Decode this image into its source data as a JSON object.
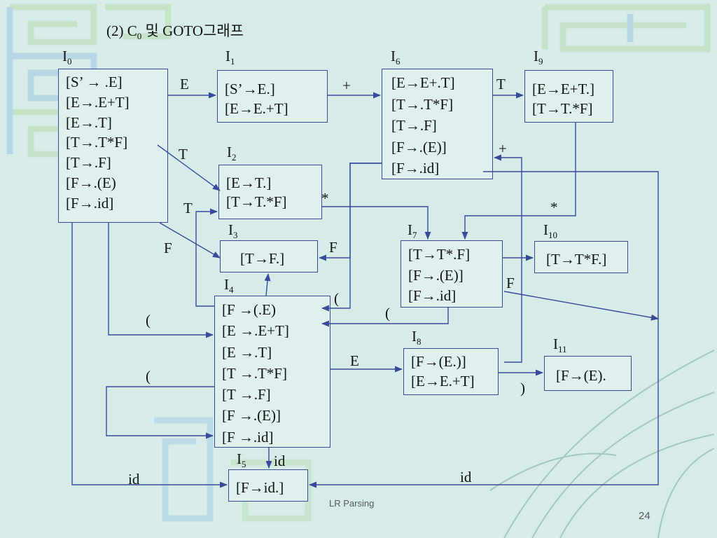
{
  "slide": {
    "title_prefix": "(2) C",
    "title_sub": "0",
    "title_suffix": " 및 GOTO그래프",
    "footer_text": "LR Parsing",
    "page_number": "24"
  },
  "colors": {
    "background": "#d7ece9",
    "box_border": "#3a4a9a",
    "arrow": "#3a4a9a",
    "pattern_blue": "#9ec7e6",
    "pattern_green": "#b9dcb0"
  },
  "states": [
    {
      "id": "I0",
      "label": "I",
      "sub": "0",
      "items": [
        "[S’ → .E]",
        "[E→.E+T]",
        "[E→.T]",
        "[T→.T*F]",
        "[T→.F]",
        "[F→.(E)",
        "[F→.id]"
      ]
    },
    {
      "id": "I1",
      "label": "I",
      "sub": "1",
      "items": [
        "[S’→E.]",
        "[E→E.+T]"
      ]
    },
    {
      "id": "I2",
      "label": "I",
      "sub": "2",
      "items": [
        "[E→T.]",
        "[T→T.*F]"
      ]
    },
    {
      "id": "I3",
      "label": "I",
      "sub": "3",
      "items": [
        "[T→F.]"
      ]
    },
    {
      "id": "I4",
      "label": "I",
      "sub": "4",
      "items": [
        "[F →(.E)",
        "[E →.E+T]",
        "[E →.T]",
        "[T →.T*F]",
        "[T →.F]",
        "[F →.(E)]",
        "[F →.id]"
      ]
    },
    {
      "id": "I5",
      "label": "I",
      "sub": "5",
      "items": [
        "[F→id.]"
      ]
    },
    {
      "id": "I6",
      "label": "I",
      "sub": "6",
      "items": [
        "[E→E+.T]",
        "[T→.T*F]",
        "[T→.F]",
        "[F→.(E)]",
        "[F→.id]"
      ]
    },
    {
      "id": "I7",
      "label": "I",
      "sub": "7",
      "items": [
        "[T→T*.F]",
        "[F→.(E)]",
        "[F→.id]"
      ]
    },
    {
      "id": "I8",
      "label": "I",
      "sub": "8",
      "items": [
        "[F→(E.)]",
        "[E→E.+T]"
      ]
    },
    {
      "id": "I9",
      "label": "I",
      "sub": "9",
      "items": [
        "[E→E+T.]",
        "[T→T.*F]"
      ]
    },
    {
      "id": "I10",
      "label": "I",
      "sub": "10",
      "items": [
        "[T→T*F.]"
      ]
    },
    {
      "id": "I11",
      "label": "I",
      "sub": "11",
      "items": [
        "[F→(E)."
      ]
    }
  ],
  "transitions": [
    {
      "from": "I0",
      "to": "I1",
      "symbol": "E"
    },
    {
      "from": "I0",
      "to": "I2",
      "symbol": "T"
    },
    {
      "from": "I0",
      "to": "I3",
      "symbol": "F"
    },
    {
      "from": "I0",
      "to": "I4",
      "symbol": "("
    },
    {
      "from": "I0",
      "to": "I5",
      "symbol": "id"
    },
    {
      "from": "I1",
      "to": "I6",
      "symbol": "+"
    },
    {
      "from": "I2",
      "to": "I7",
      "symbol": "*"
    },
    {
      "from": "I4",
      "to": "I2",
      "symbol": "T"
    },
    {
      "from": "I4",
      "to": "I3",
      "symbol": "F"
    },
    {
      "from": "I4",
      "to": "I4",
      "symbol": "("
    },
    {
      "from": "I4",
      "to": "I5",
      "symbol": "id"
    },
    {
      "from": "I4",
      "to": "I8",
      "symbol": "E"
    },
    {
      "from": "I6",
      "to": "I9",
      "symbol": "T"
    },
    {
      "from": "I6",
      "to": "I3",
      "symbol": "F"
    },
    {
      "from": "I6",
      "to": "I4",
      "symbol": "("
    },
    {
      "from": "I6",
      "to": "I5",
      "symbol": "id"
    },
    {
      "from": "I7",
      "to": "I10",
      "symbol": "F"
    },
    {
      "from": "I7",
      "to": "I4",
      "symbol": "("
    },
    {
      "from": "I7",
      "to": "I5",
      "symbol": "id"
    },
    {
      "from": "I8",
      "to": "I11",
      "symbol": ")"
    },
    {
      "from": "I8",
      "to": "I6",
      "symbol": "+"
    },
    {
      "from": "I9",
      "to": "I7",
      "symbol": "*"
    }
  ]
}
